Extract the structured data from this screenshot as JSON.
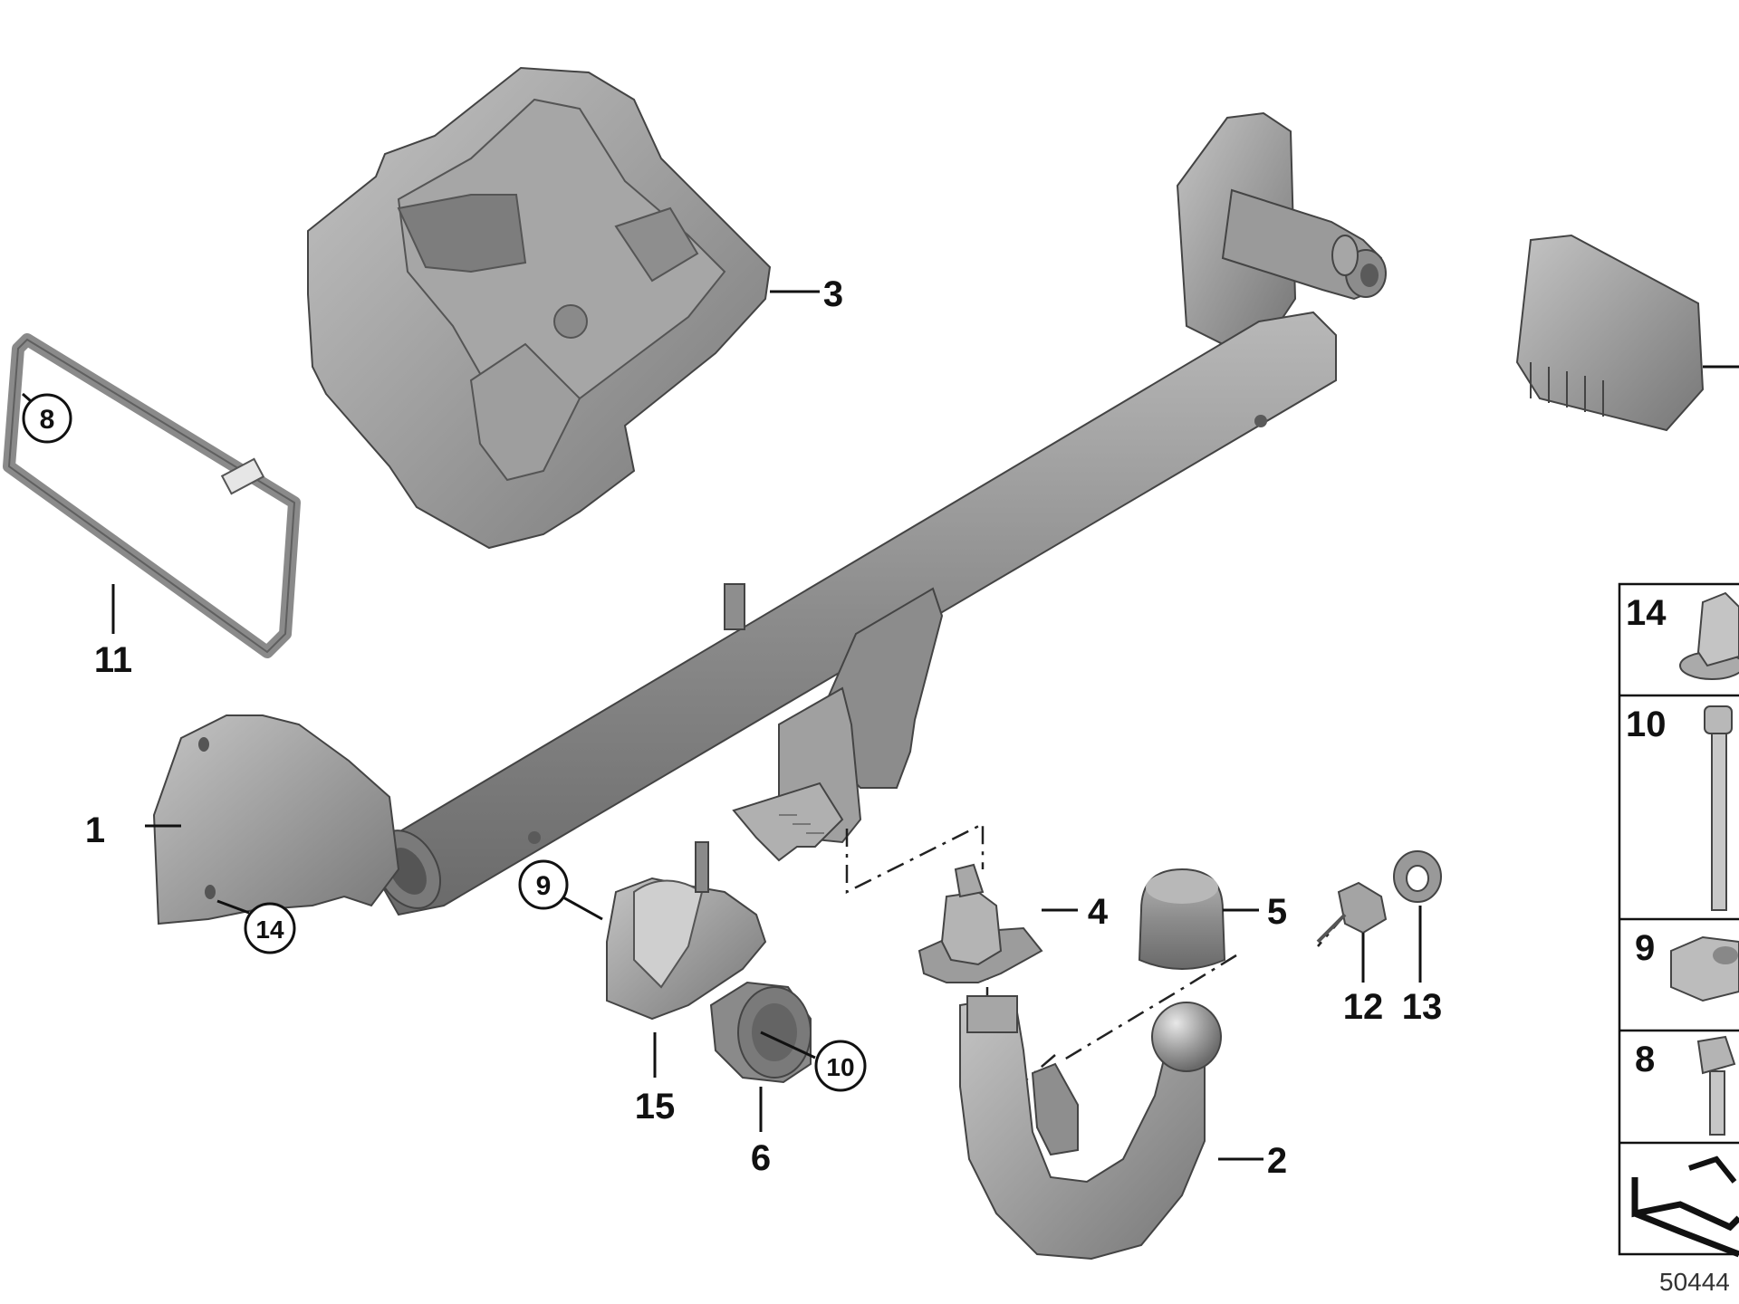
{
  "diagram": {
    "callouts": {
      "c1": "1",
      "c2": "2",
      "c3": "3",
      "c4": "4",
      "c5": "5",
      "c6": "6",
      "c11": "11",
      "c12": "12",
      "c13": "13",
      "c15": "15"
    },
    "circled": {
      "c8": "8",
      "c9": "9",
      "c10": "10",
      "c14": "14"
    },
    "legend_panel": {
      "items": [
        "14",
        "10",
        "9",
        "8"
      ]
    },
    "reference_number": "50444"
  }
}
